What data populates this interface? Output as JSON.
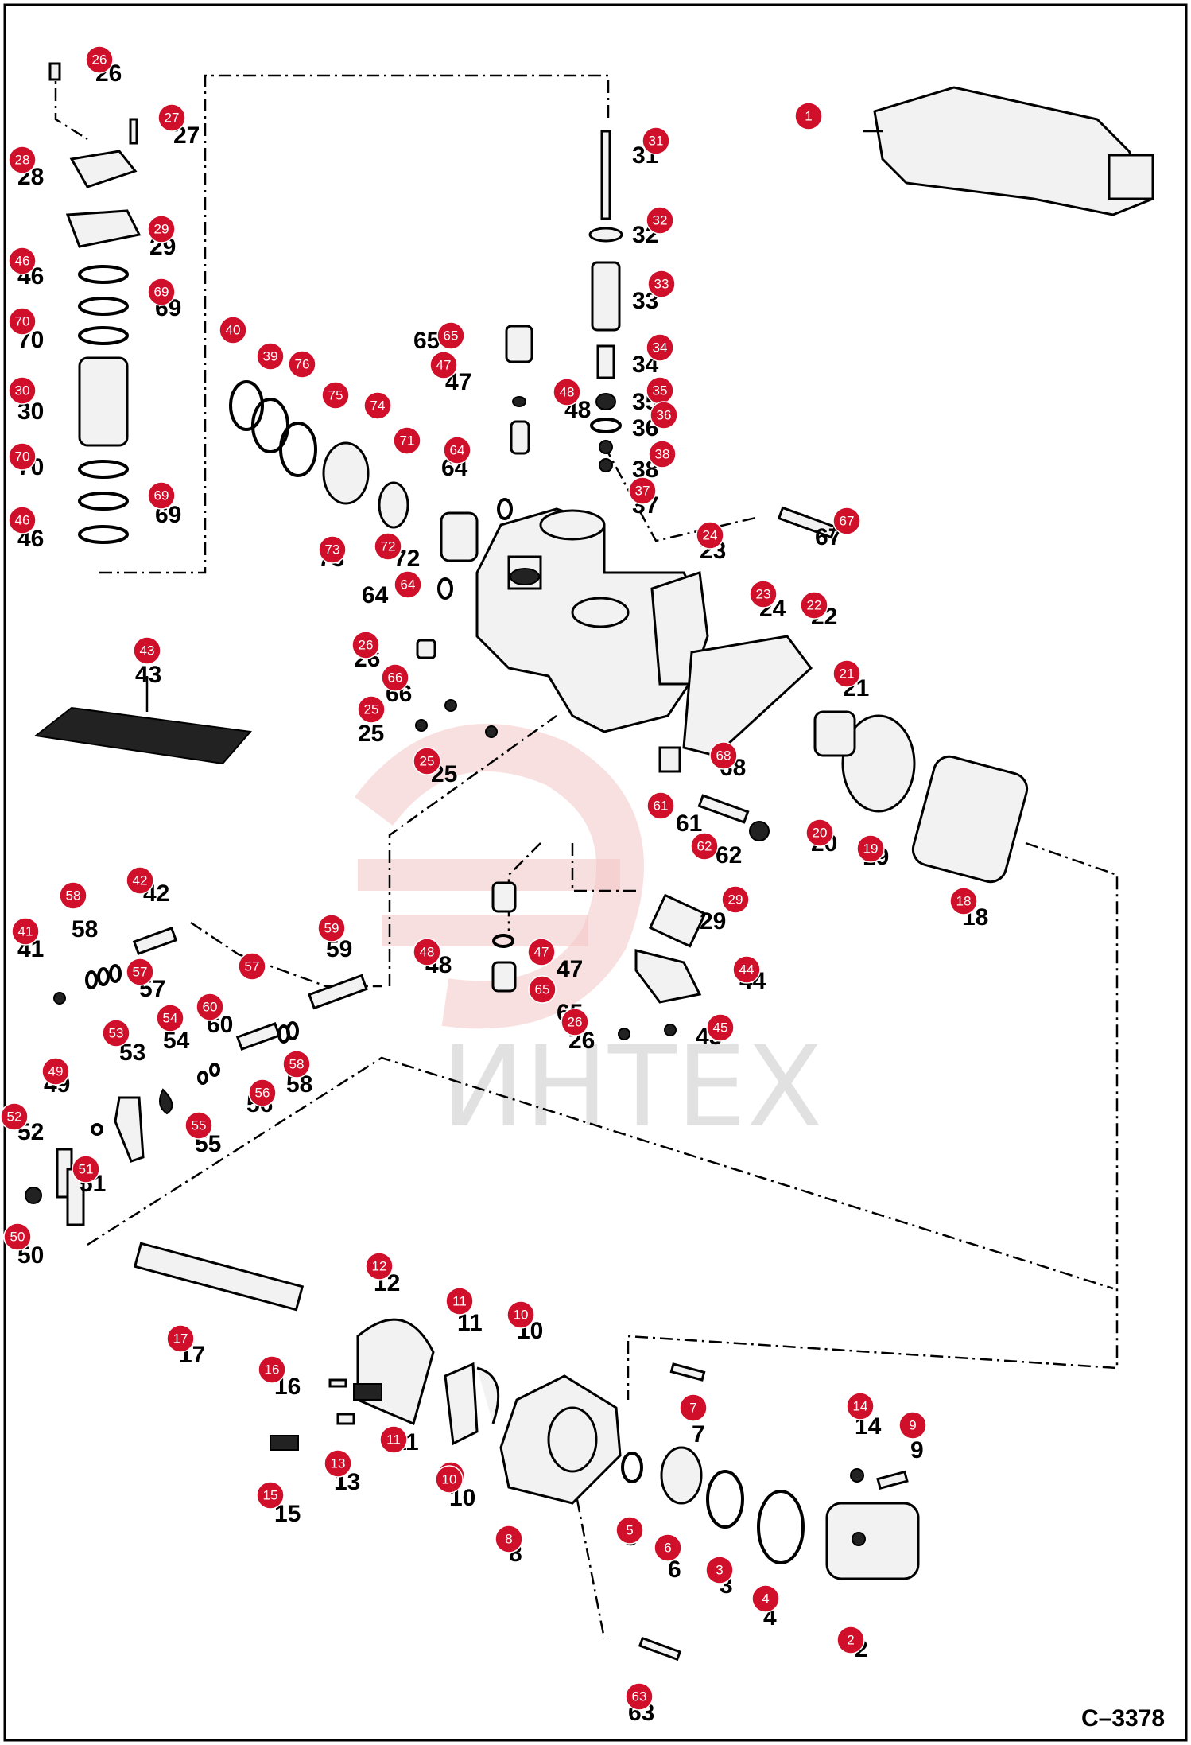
{
  "drawing_code": "C–3378",
  "watermark": "ИНТЕХ",
  "callouts": [
    "1",
    "2",
    "3",
    "4",
    "5",
    "6",
    "7",
    "8",
    "9",
    "10",
    "10",
    "10",
    "11",
    "11",
    "12",
    "13",
    "14",
    "15",
    "16",
    "17",
    "18",
    "19",
    "20",
    "21",
    "22",
    "23",
    "24",
    "25",
    "25",
    "25",
    "26",
    "26",
    "26",
    "27",
    "28",
    "29",
    "29",
    "30",
    "31",
    "32",
    "33",
    "34",
    "35",
    "36",
    "37",
    "38",
    "39",
    "40",
    "41",
    "42",
    "43",
    "44",
    "45",
    "46",
    "46",
    "47",
    "47",
    "48",
    "48",
    "49",
    "50",
    "51",
    "52",
    "53",
    "54",
    "55",
    "56",
    "57",
    "57",
    "58",
    "58",
    "59",
    "60",
    "61",
    "62",
    "63",
    "64",
    "64",
    "65",
    "65",
    "66",
    "67",
    "68",
    "69",
    "69",
    "70",
    "70",
    "71",
    "72",
    "73",
    "74",
    "75",
    "76"
  ]
}
